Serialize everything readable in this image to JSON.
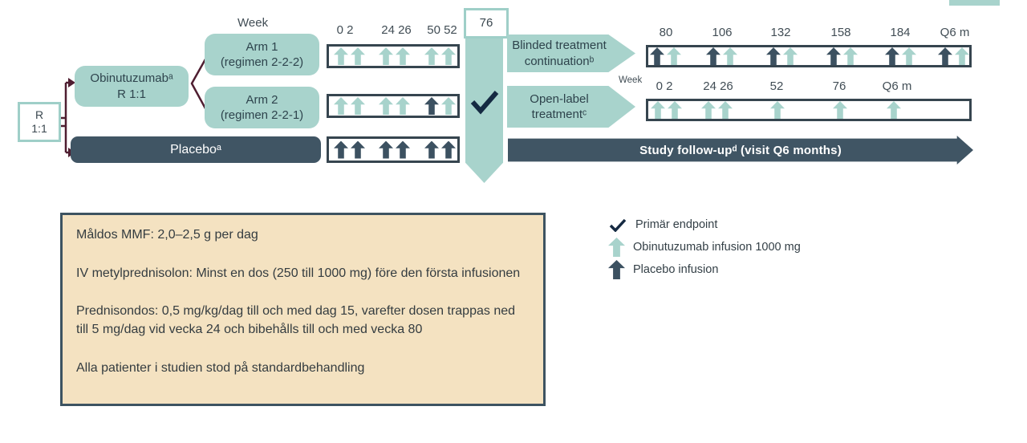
{
  "colors": {
    "teal": "#a8d3cc",
    "teal_border": "#9fcfc8",
    "dark_slate": "#405564",
    "dark_arrow": "#3c5161",
    "box_border": "#36454f",
    "maroon": "#4f1e31",
    "navy_check": "#152a42",
    "notes_bg": "#f4e2c1",
    "notes_border": "#3d5361"
  },
  "week_header_left": "Week",
  "week_header_right": "Week",
  "randomization_box": {
    "line1": "R",
    "line2": "1:1"
  },
  "obinutuzumab_box": {
    "line1": "Obinutuzumabᵃ",
    "line2": "R 1:1"
  },
  "arm1_box": {
    "line1": "Arm 1",
    "line2": "(regimen 2-2-2)"
  },
  "arm2_box": {
    "line1": "Arm 2",
    "line2": "(regimen 2-2-1)"
  },
  "placebo_box": {
    "label": "Placeboᵃ"
  },
  "milestone": {
    "week": "76"
  },
  "arm1_timeline": {
    "weeks": [
      "0 2",
      "24 26",
      "50 52"
    ],
    "groups": [
      [
        "obi",
        "obi"
      ],
      [
        "obi",
        "obi"
      ],
      [
        "obi",
        "obi"
      ]
    ]
  },
  "arm2_timeline": {
    "groups": [
      [
        "obi",
        "obi"
      ],
      [
        "obi",
        "obi"
      ],
      [
        "placebo",
        "obi"
      ]
    ]
  },
  "placebo_timeline": {
    "groups": [
      [
        "placebo",
        "placebo"
      ],
      [
        "placebo",
        "placebo"
      ],
      [
        "placebo",
        "placebo"
      ]
    ]
  },
  "blinded_arrow": {
    "line1": "Blinded treatment",
    "line2": "continuationᵇ"
  },
  "open_label_arrow": {
    "line1": "Open-label",
    "line2": "treatmentᶜ"
  },
  "blinded_timeline": {
    "weeks": [
      "80",
      "106",
      "132",
      "158",
      "184",
      "Q6 m"
    ],
    "groups": [
      [
        "placebo",
        "obi"
      ],
      [
        "placebo",
        "obi"
      ],
      [
        "placebo",
        "obi"
      ],
      [
        "placebo",
        "obi"
      ],
      [
        "placebo",
        "obi"
      ],
      [
        "placebo",
        "obi"
      ]
    ]
  },
  "open_timeline": {
    "weeks": [
      "0 2",
      "24 26",
      "52",
      "76",
      "Q6 m"
    ],
    "groups": [
      [
        "obi",
        "obi"
      ],
      [
        "obi",
        "obi"
      ],
      [
        "obi"
      ],
      [
        "obi"
      ],
      [
        "obi"
      ]
    ]
  },
  "followup_arrow": {
    "label": "Study follow-upᵈ (visit Q6 months)"
  },
  "notes_box": {
    "p1": "Måldos MMF: 2,0–2,5 g per dag",
    "p2": "IV metylprednisolon: Minst en dos (250 till 1000 mg) före den första infusionen",
    "p3": "Prednisondos: 0,5 mg/kg/dag till och med dag 15, varefter dosen trappas ned till 5 mg/dag vid vecka 24 och bibehålls till och med vecka 80",
    "p4": "Alla patienter i studien stod på standardbehandling"
  },
  "legend": {
    "items": [
      {
        "icon": "checkmark",
        "label": "Primär endpoint"
      },
      {
        "icon": "obinutuzumab-arrow",
        "label": "Obinutuzumab infusion 1000 mg"
      },
      {
        "icon": "placebo-arrow",
        "label": "Placebo infusion"
      }
    ]
  }
}
